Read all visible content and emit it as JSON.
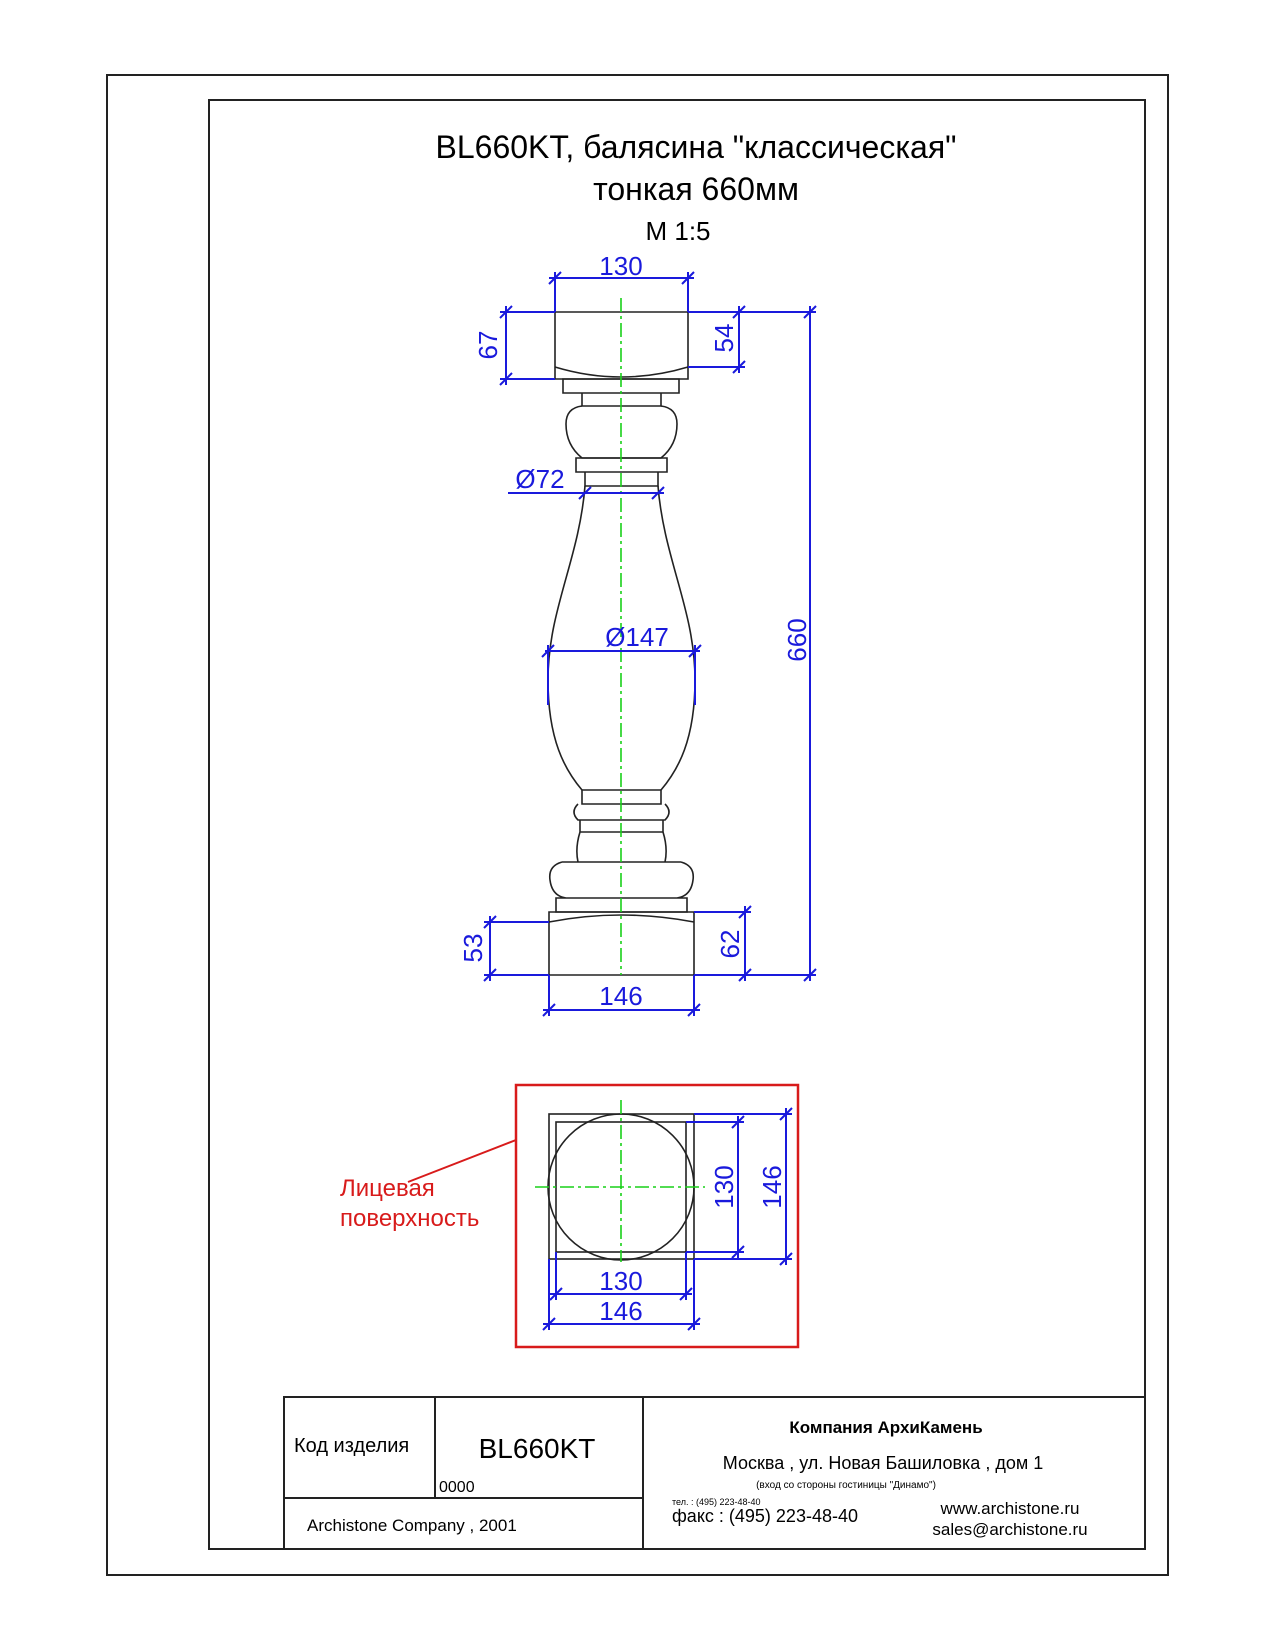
{
  "title": {
    "line1": "BL660KT, балясина \"классическая\"",
    "line2": "тонкая 660мм",
    "scale": "М 1:5"
  },
  "dimensions": {
    "top_width": "130",
    "top_height_left": "67",
    "top_height_right": "54",
    "neck_diameter": "Ø72",
    "belly_diameter": "Ø147",
    "total_height": "660",
    "base_height_left": "53",
    "base_height_right": "62",
    "base_width": "146"
  },
  "plan": {
    "label_line1": "Лицевая",
    "label_line2": "поверхность",
    "dim_inner_v": "130",
    "dim_outer_v": "146",
    "dim_inner_h": "130",
    "dim_outer_h": "146"
  },
  "titleblock": {
    "code_label": "Код изделия",
    "code_value": "BL660KT",
    "code_sub": "0000",
    "company_year": "Archistone  Company ,  2001",
    "company_name": "Компания  АрхиКамень",
    "address": "Москва , ул. Новая Башиловка , дом 1",
    "address_note": "(вход со стороны гостиницы \"Динамо\")",
    "phone_small": "тел. : (495) 223-48-40",
    "fax": "факс :  (495) 223-48-40",
    "website": "www.archistone.ru",
    "email": "sales@archistone.ru"
  },
  "colors": {
    "dimension": "#1a1adc",
    "axis": "#19d019",
    "highlight": "#d81b1b",
    "outline": "#222222"
  }
}
